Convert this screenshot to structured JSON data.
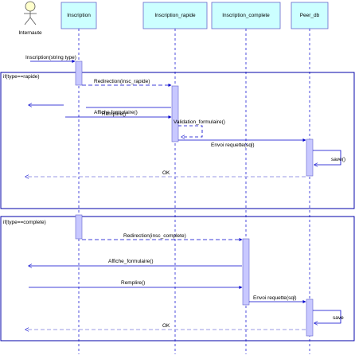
{
  "diagram": {
    "colors": {
      "lifeline_header_fill": "#ccffff",
      "lifeline_header_stroke": "#6666cc",
      "actor_fill": "#ffffcc",
      "activation_fill": "#c8c8ff",
      "frame_stroke": "#0000aa",
      "message_stroke": "#0000cc",
      "dashed_return": "#7777dd"
    },
    "actor": {
      "name": "Internaute"
    },
    "lifelines": {
      "inscription": "Inscription",
      "inscription_rapide": "Inscription_rapide",
      "inscription_complete": "Inscription_complete",
      "peer_db": "Peer_db"
    },
    "messages": {
      "m1": "Inscription(string type)",
      "m2": "Redirection(insc_rapide)",
      "m3": "Affiche formulaire()",
      "m3b": "Remplire()",
      "m4": "Validation_formulaire()",
      "m5": "Envoi requette(sql)",
      "m6": "save()",
      "m7": "OK",
      "m8": "Redirection(insc_complete)",
      "m9": "Affiche_formulaire()",
      "m10": "Remplire()",
      "m11": "Envoi requette(sql)",
      "m12": "save",
      "m13": "OK"
    },
    "frames": {
      "rapide": "if(type==rapide)",
      "complete": "if(type==complete)"
    }
  }
}
